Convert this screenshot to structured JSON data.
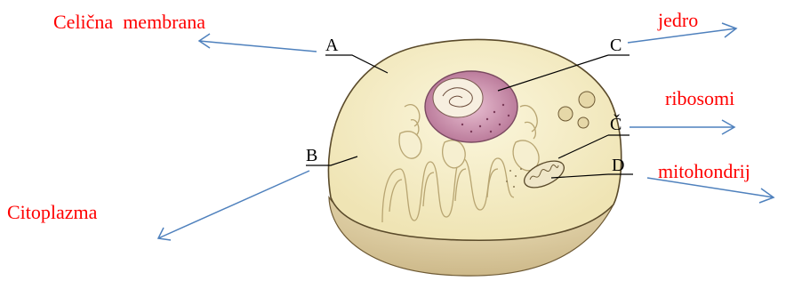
{
  "colors": {
    "label_red": "#ff0000",
    "arrow_blue": "#4f81bd",
    "cell_fill": "#f5efc6",
    "cell_shadow": "#e8dcb0",
    "nucleus_pink": "#c88aa8",
    "outline_dark": "#5a4a2a"
  },
  "labels": {
    "celicna_membrana": "Celična  membrana",
    "jedro": "jedro",
    "ribosomi": "ribosomi",
    "mitohondrij": "mitohondrij",
    "citoplazma": "Citoplazma"
  },
  "letters": {
    "a": "A",
    "b": "B",
    "c": "C",
    "c_caron": "Č",
    "d": "D"
  }
}
